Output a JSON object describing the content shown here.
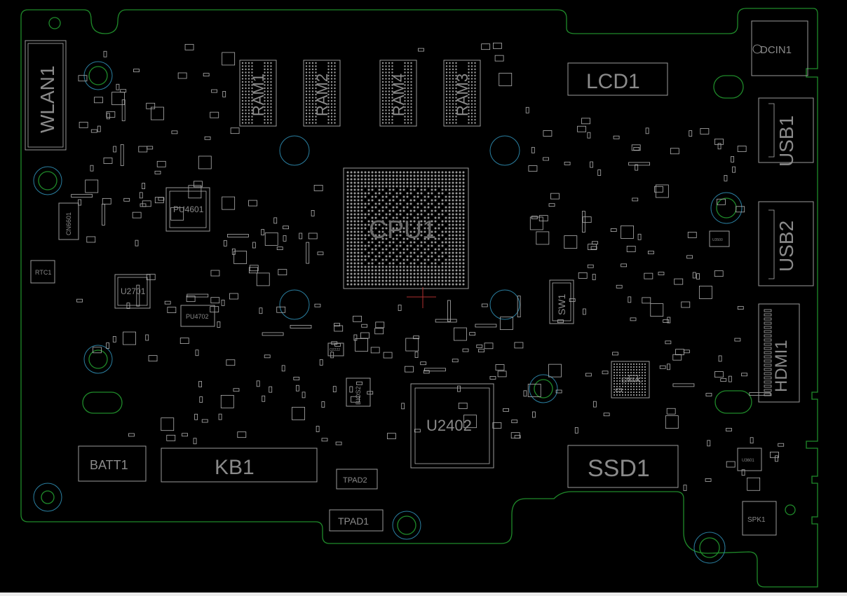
{
  "board": {
    "colors": {
      "background": "#000000",
      "outline": "#1f8a2a",
      "silk": "#9a9a9a",
      "drill": "#2a7fa0"
    },
    "components": {
      "wlan": "WLAN1",
      "cn6601": "CN6601",
      "rtc": "RTC1",
      "pu4601": "PU4601",
      "u2701": "U2701",
      "pu4702": "PU4702",
      "ram1": "RAM1",
      "ram2": "RAM2",
      "ram4": "RAM4",
      "ram3": "RAM3",
      "lcd": "LCD1",
      "dcin": "DCIN1",
      "usb1": "USB1",
      "usb2": "USB2",
      "hdmi": "HDMI1",
      "cpu": "CPU1",
      "bios": "BIOS2",
      "u2402": "U2402",
      "sw": "SW1",
      "emmc": "EMMC",
      "ssd": "SSD1",
      "batt": "BATT1",
      "kb": "KB1",
      "tpad2": "TPAD2",
      "tpad1": "TPAD1",
      "spk": "SPK1",
      "u3601": "U3601",
      "u3500": "U3500",
      "q2": "Q2222"
    }
  }
}
